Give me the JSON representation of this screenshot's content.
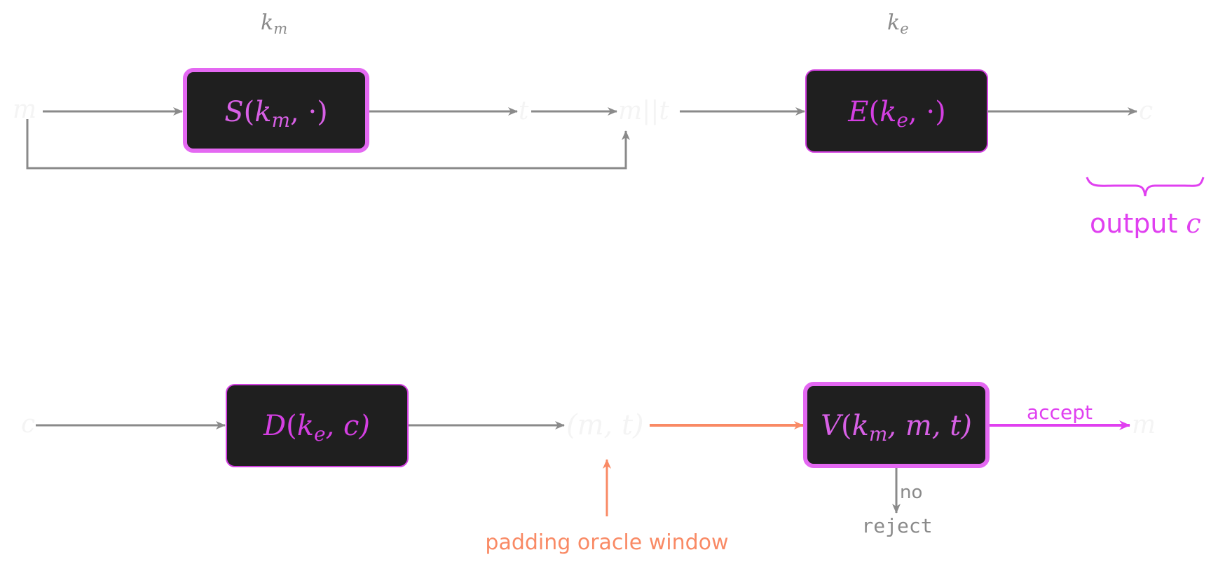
{
  "colors": {
    "arrow_gray": "#8a8a8a",
    "box_fill": "#1f1f1f",
    "box_border_highlight": "#e468f2",
    "box_border_normal": "#d23fe0",
    "box_text": "#d43fe2",
    "box_text_highlight": "#d860e6",
    "accent_magenta": "#e040f0",
    "oracle_orange": "#f98a65",
    "faint_label": "#f4f4f4",
    "key_label": "#8a8a8a",
    "reject_gray": "#8a8a8a"
  },
  "top_row": {
    "input_label": "m",
    "key_mac": "k",
    "key_mac_sub": "m",
    "key_enc": "k",
    "key_enc_sub": "e",
    "sign_box": {
      "fn": "S",
      "arg_main": "k",
      "arg_sub": "m",
      "rest": ", ·)"
    },
    "tag_label": "t",
    "concat_label": "m||t",
    "encrypt_box": {
      "fn": "E",
      "arg_main": "k",
      "arg_sub": "e",
      "rest": ", ·)"
    },
    "cipher_label": "c",
    "output_label_text": "output",
    "output_label_var": "c"
  },
  "bottom_row": {
    "input_label": "c",
    "decrypt_box": {
      "fn": "D",
      "arg_main": "k",
      "arg_sub": "e",
      "rest": ", c)"
    },
    "pair_label": "(m, t)",
    "verify_box": {
      "fn": "V",
      "arg_main": "k",
      "arg_sub": "m",
      "rest": ", m, t)"
    },
    "accept_label": "accept",
    "output_label": "m",
    "no_label": "no",
    "reject_label": "reject",
    "oracle_label": "padding oracle window"
  }
}
